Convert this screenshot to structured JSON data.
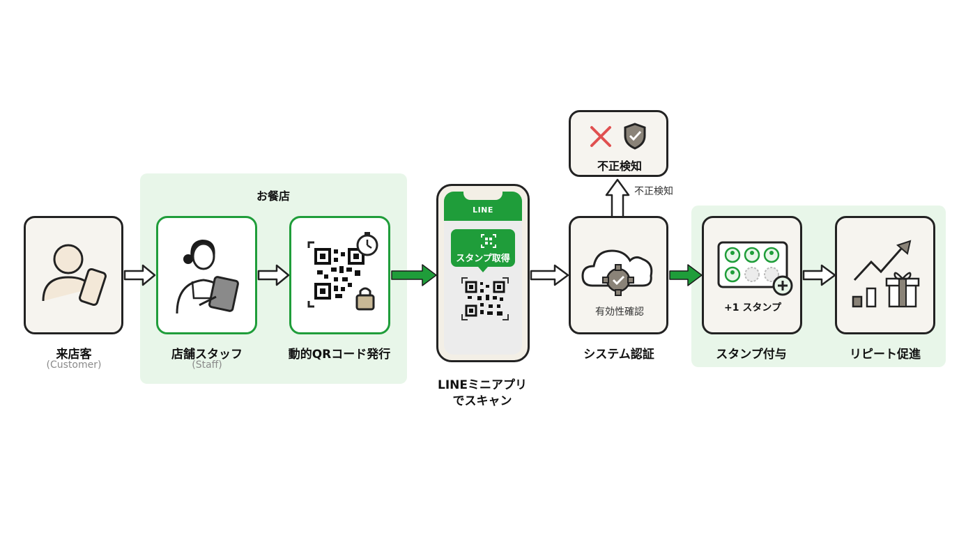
{
  "group": {
    "title": "お餐店"
  },
  "nodes": {
    "customer": {
      "label": "来店客",
      "sublabel": "(Customer)"
    },
    "staff": {
      "label": "店舗スタッフ",
      "sublabel": "(Staff)"
    },
    "qr": {
      "label": "動的QRコード発行"
    },
    "phone": {
      "header": "LINE",
      "button": "スタンプ取得",
      "label_line1": "LINEミニアプリ",
      "label_line2": "でスキャン"
    },
    "auth": {
      "label": "システム認証",
      "inner": "有効性確認"
    },
    "fraud": {
      "label": "不正検知",
      "arrow_label": "不正検知"
    },
    "stamp": {
      "label": "スタンプ付与",
      "inner": "+1 スタンプ"
    },
    "repeat": {
      "label": "リピート促進"
    }
  },
  "colors": {
    "accent": "#1f9d3a",
    "group_bg": "#e8f6e9",
    "box_bg": "#f6f4ef",
    "danger": "#e05050"
  }
}
